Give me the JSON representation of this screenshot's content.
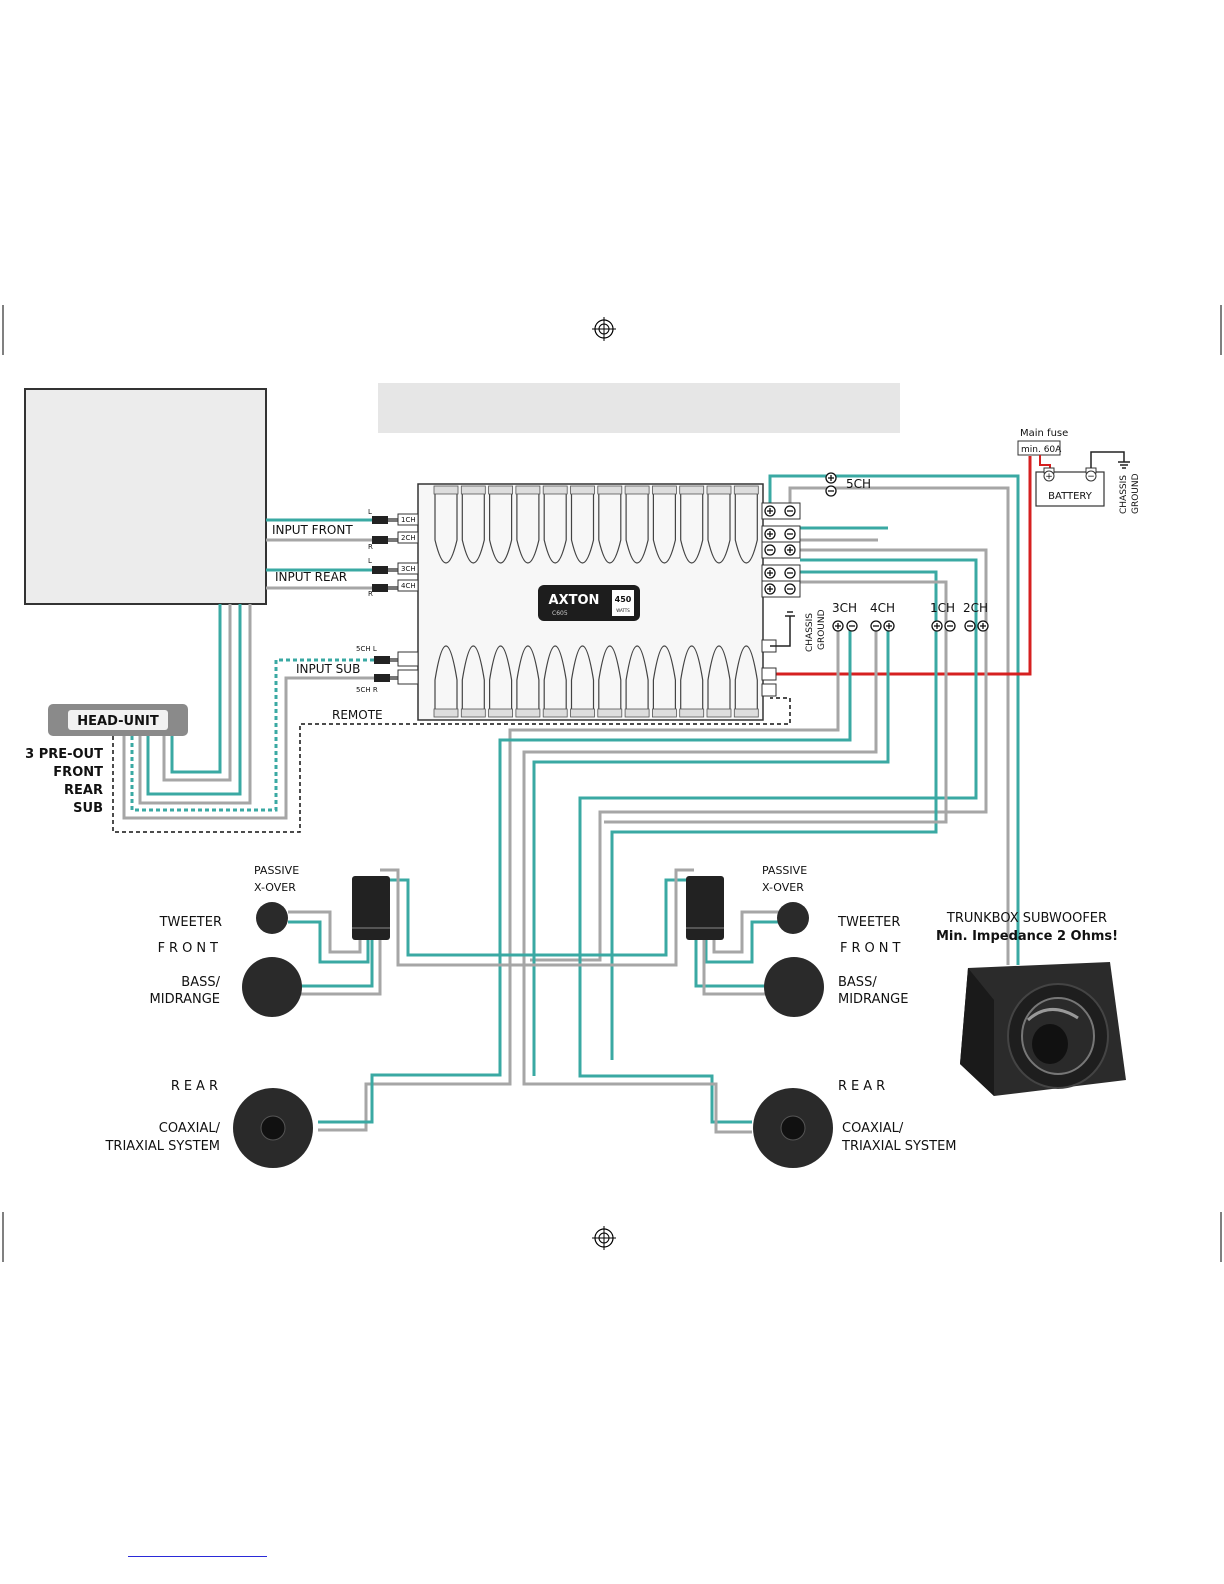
{
  "labels": {
    "input_front": "INPUT FRONT",
    "input_rear": "INPUT REAR",
    "input_sub": "INPUT SUB",
    "remote": "REMOTE",
    "head_unit": "HEAD-UNIT",
    "pre_out": [
      "3 PRE-OUT",
      "FRONT",
      "REAR",
      "SUB"
    ],
    "main_fuse": "Main fuse",
    "fuse_value": "min. 60A",
    "battery": "BATTERY",
    "chassis_ground": [
      "CHASSIS",
      "GROUND"
    ],
    "ch_5": "5CH",
    "ch_3": "3CH",
    "ch_4": "4CH",
    "ch_1": "1CH",
    "ch_2": "2CH",
    "passive_xover": [
      "PASSIVE",
      "X-OVER"
    ],
    "tweeter": "TWEETER",
    "front": "FRONT",
    "bass_midrange": [
      "BASS/",
      "MIDRANGE"
    ],
    "rear": "REAR",
    "coaxial": [
      "COAXIAL/",
      "TRIAXIAL SYSTEM"
    ],
    "subwoofer": [
      "TRUNKBOX SUBWOOFER",
      "Min. Impedance 2 Ohms!"
    ]
  },
  "amp": {
    "brand": "AXTON",
    "model": "C605",
    "watts": "450",
    "watts_unit": "WATTS",
    "inputs": [
      "1CH",
      "2CH",
      "3CH",
      "4CH"
    ],
    "input_side": [
      "L",
      "R",
      "L",
      "R"
    ],
    "sub_inputs": [
      "5CH  L",
      "5CH  R"
    ]
  },
  "colors": {
    "teal": "#3aa9a3",
    "grey": "#a6a6a6",
    "red": "#d62020",
    "dark": "#222222",
    "panel": "#e8e8e8"
  }
}
